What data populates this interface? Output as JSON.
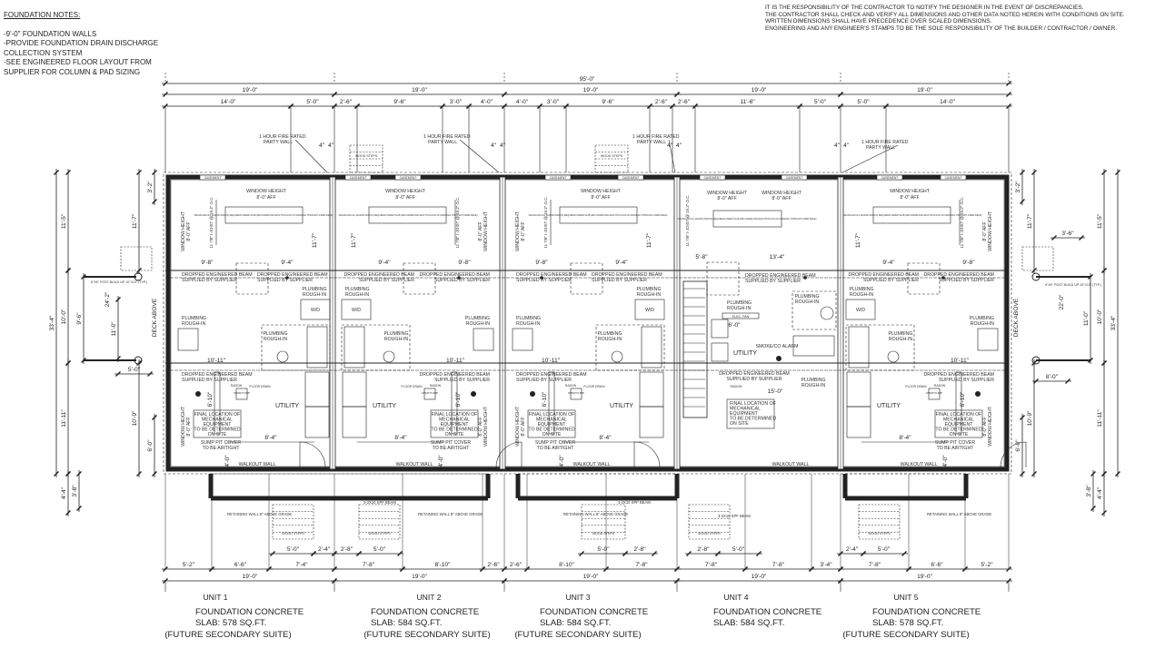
{
  "notes": {
    "title": "FOUNDATION NOTES:",
    "items": [
      "-9'-0\" FOUNDATION WALLS",
      "-PROVIDE FOUNDATION DRAIN DISCHARGE",
      "COLLECTION SYSTEM",
      "-SEE ENGINEERED FLOOR LAYOUT FROM",
      "SUPPLIER FOR COLUMN & PAD SIZING"
    ]
  },
  "disclaimer": [
    "IT IS THE RESPONSIBILITY OF THE CONTRACTOR TO NOTIFY THE DESIGNER IN THE EVENT OF DISCREPANCIES.",
    "THE CONTRACTOR SHALL CHECK AND VERIFY ALL DIMENSIONS AND OTHER DATA NOTED HEREIN WITH CONDITIONS ON SITE.",
    "WRITTEN DIMENSIONS SHALL HAVE PRECEDENCE OVER SCALED DIMENSIONS.",
    "ENGINEERING AND ANY ENGINEER'S STAMPS TO BE THE SOLE RESPONSIBILITY OF THE BUILDER / CONTRACTOR / OWNER."
  ],
  "dims": {
    "overall": "95'-0\"",
    "units_top": [
      "19'-0\"",
      "19'-0\"",
      "19'-0\"",
      "19'-0\"",
      "19'-0\""
    ],
    "top": [
      "14'-0\"",
      "5'-0\"",
      "2'-6\"",
      "9'-6\"",
      "3'-0\"",
      "4'-0\"",
      "4'-0\"",
      "3'-0\"",
      "9'-6\"",
      "2'-6\"",
      "2'-6\"",
      "11'-6\"",
      "5'-0\"",
      "5'-0\"",
      "14'-0\""
    ],
    "party_wall": "4\"",
    "bottom_steps": [
      "5'-0\"",
      "2'-4\"",
      "2'-8\"",
      "5'-0\"",
      "5'-0\"",
      "2'-8\"",
      "2'-8\"",
      "5'-0\"",
      "2'-4\"",
      "5'-0\""
    ],
    "bottom_sub": [
      "5'-2\"",
      "6'-6\"",
      "7'-4\"",
      "7'-8\"",
      "8'-10\"",
      "2'-6\"",
      "2'-6\"",
      "8'-10\"",
      "7'-8\"",
      "7'-8\"",
      "7'-8\"",
      "3'-4\"",
      "7'-8\"",
      "6'-6\"",
      "5'-2\""
    ],
    "bottom_units": [
      "19'-0\"",
      "19'-0\"",
      "19'-0\"",
      "19'-0\"",
      "19'-0\""
    ],
    "left": [
      "33'-4\"",
      "11'-5\"",
      "10'-0\"",
      "11'-11\"",
      "4'-4\"",
      "3'-2\"",
      "11'-7\"",
      "24'-2\"",
      "10'-9\"",
      "6'-0\"",
      "3'-8\"",
      "9'-6\"",
      "5'-0\"",
      "11'-0\""
    ],
    "right": [
      "33'-4\"",
      "11'-5\"",
      "10'-0\"",
      "11'-11\"",
      "4'-4\"",
      "3'-2\"",
      "11'-7\"",
      "22'-0\"",
      "10'-9\"",
      "6'-0\"",
      "3'-8\"",
      "3'-6\"",
      "8'-0\"",
      "11'-0\""
    ]
  },
  "callouts": {
    "party_wall_1": "1 HOUR FIRE RATED",
    "party_wall_2": "PARTY WALL",
    "wood_steps": "WOOD STEPS",
    "deck_above": "DECK ABOVE",
    "post": "6\"X6\" POST BUILD UP 10\"X10\" (TYP.)",
    "retaining": "RETAINING WALL 8\" ABOVE GRADE",
    "beam": "3-2X10 SPF BEAM"
  },
  "room": {
    "window_height": "WINDOW HEIGHT",
    "aff": "8'-0\" AFF",
    "joist": "11 7/8\" I-JOIST @ 19.2\" O.C.",
    "granular": "GRANULAR FILL (RADON ROCKS) REQUIRED UNDER SLAB (MIN 100MM AND LESS THAN 10% OF MATERIAL THROUGH 4.8MM SIEVE)",
    "beam1": "DROPPED ENGINEERED BEAM",
    "beam2": "SUPPLIED BY SUPPLIER",
    "plumbing1": "PLUMBING",
    "plumbing2": "ROUGH-IN",
    "wd": "W/D",
    "utility": "UTILITY",
    "sump": "SUMP PUMP",
    "floor_drain": "FLOOR DRAIN",
    "radon": "RADON",
    "smoke": "SMOKE/CO ALARM",
    "elec": "ELEC. PAN",
    "final": [
      "FINAL LOCATION OF",
      "MECHANICAL",
      "EQUIPMENT",
      "TO BE DETERMINED",
      "ON SITE"
    ],
    "sump_cover": [
      "SUMP PIT COVER",
      "TO BE AIRTIGHT"
    ],
    "walkout": "WALKOUT WALL",
    "casement": "CASEMENT",
    "d_9_8": "9'-8\"",
    "d_9_4": "9'-4\"",
    "d_10_11": "10'-11\"",
    "d_8_4": "8'-4\"",
    "d_6_10": "6'-10\"",
    "d_4_0": "4'-0\"",
    "d_11_7": "11'-7\"",
    "d_13_4": "13'-4\"",
    "d_5_8": "5'-8\"",
    "d_15_0": "15'-0\"",
    "d_6_0": "6'-0\""
  },
  "units": [
    {
      "name": "UNIT 1",
      "slab1": "FOUNDATION CONCRETE",
      "slab2": "SLAB: 578 SQ.FT.",
      "suite": "(FUTURE SECONDARY SUITE)"
    },
    {
      "name": "UNIT 2",
      "slab1": "FOUNDATION CONCRETE",
      "slab2": "SLAB: 584 SQ.FT.",
      "suite": "(FUTURE SECONDARY SUITE)"
    },
    {
      "name": "UNIT 3",
      "slab1": "FOUNDATION CONCRETE",
      "slab2": "SLAB: 584 SQ.FT.",
      "suite": "(FUTURE SECONDARY SUITE)"
    },
    {
      "name": "UNIT 4",
      "slab1": "FOUNDATION CONCRETE",
      "slab2": "SLAB: 584 SQ.FT."
    },
    {
      "name": "UNIT 5",
      "slab1": "FOUNDATION CONCRETE",
      "slab2": "SLAB: 578 SQ.FT.",
      "suite": "(FUTURE SECONDARY SUITE)"
    }
  ]
}
